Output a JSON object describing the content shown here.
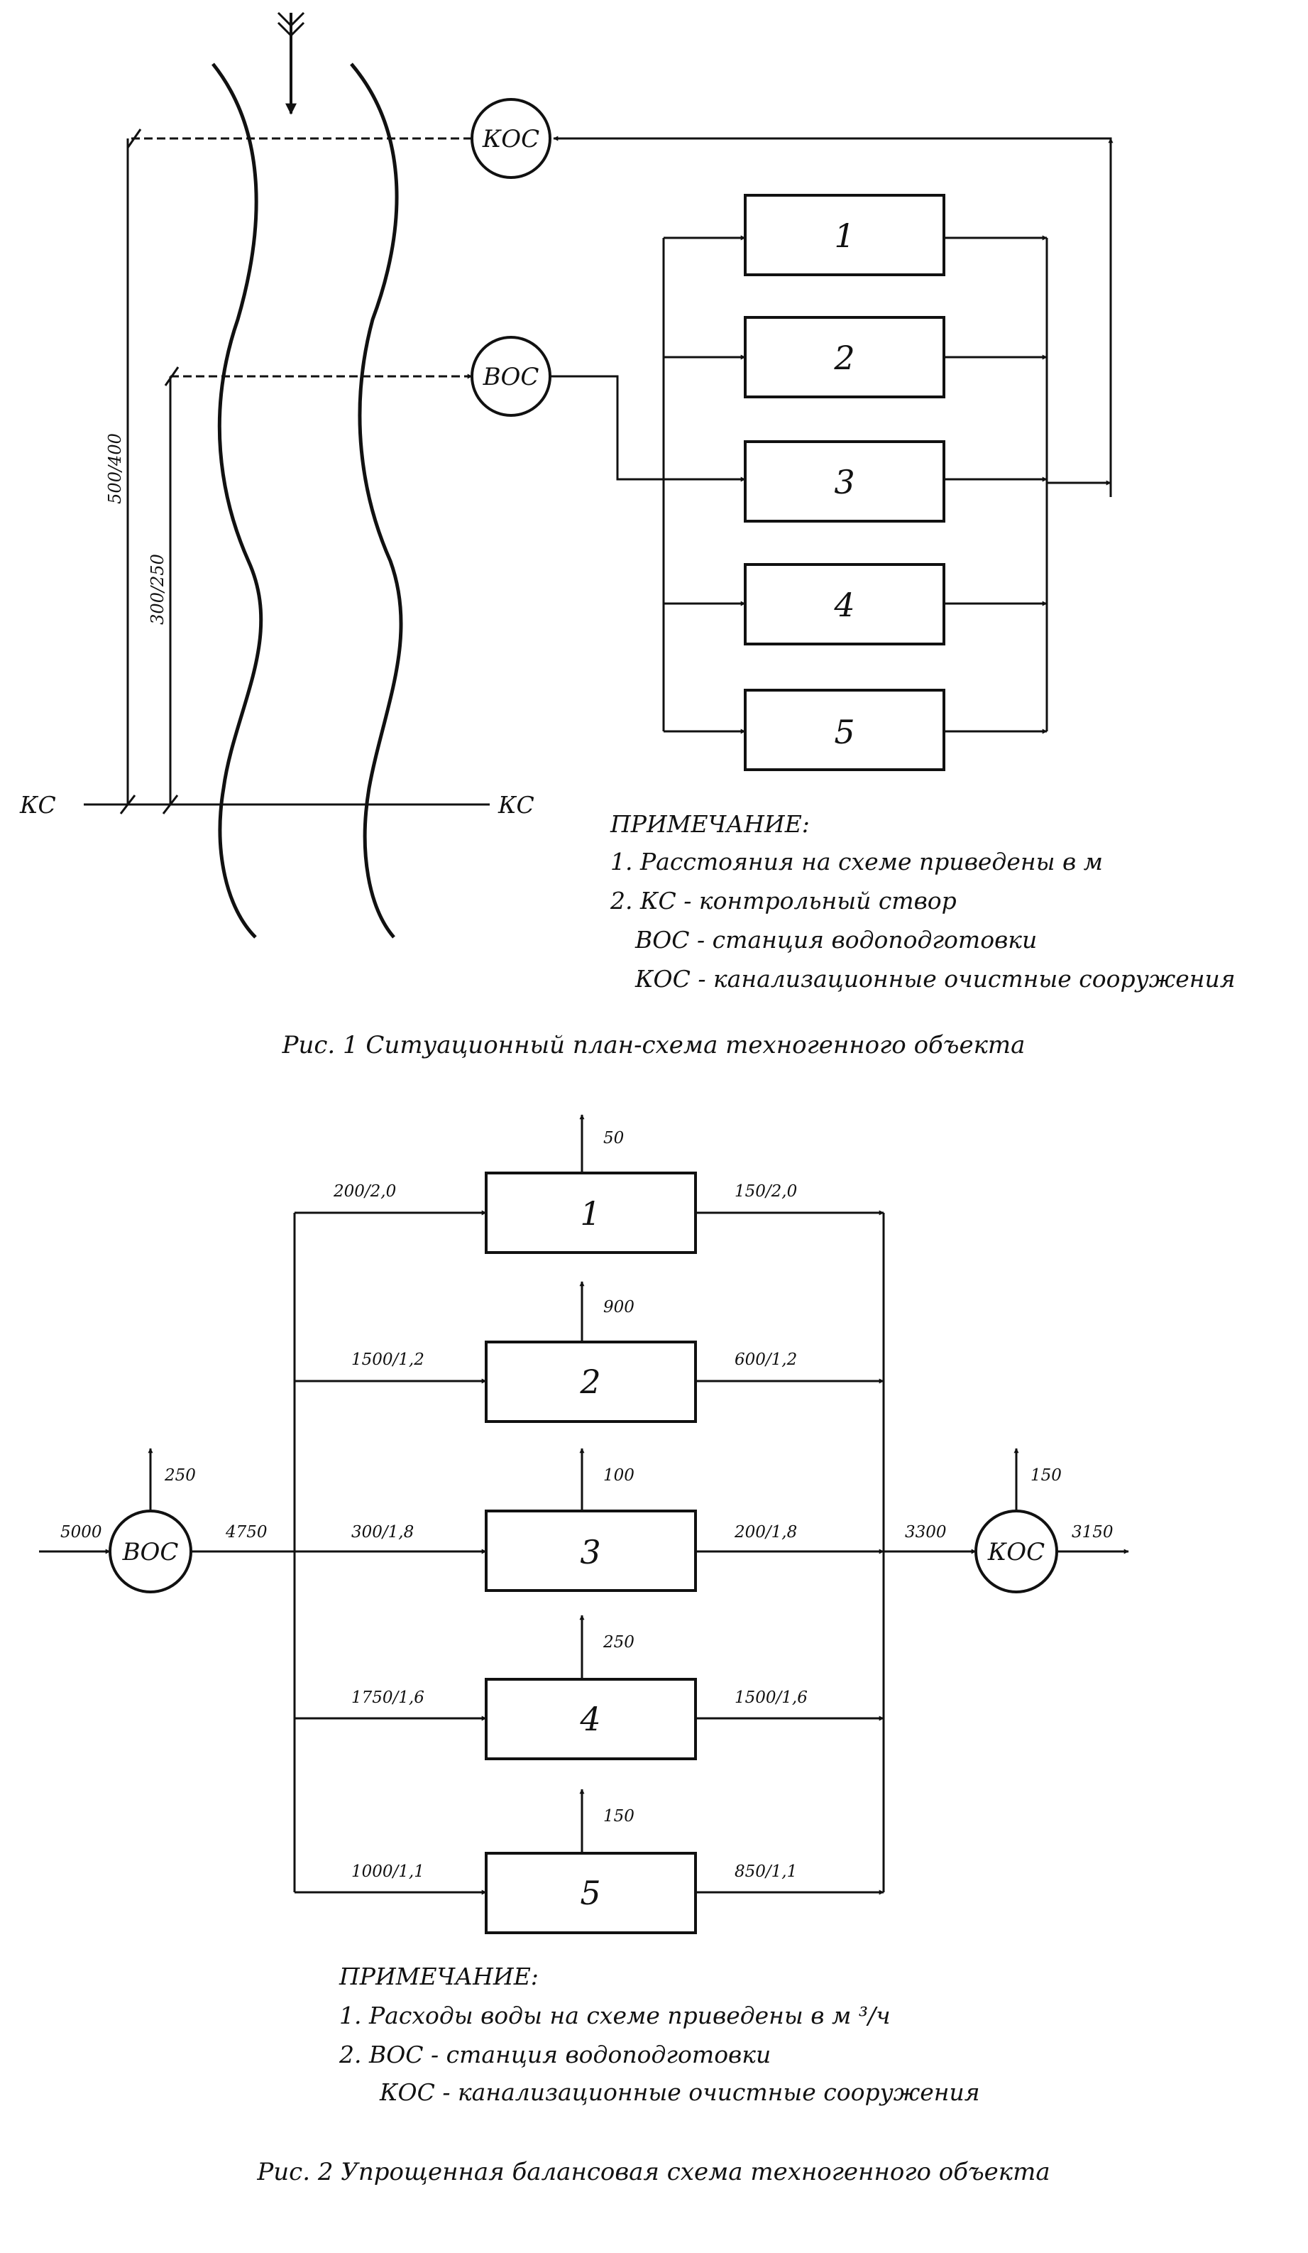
{
  "fig1": {
    "caption": "Рис. 1 Ситуационный план-схема техногенного объекта",
    "nodes": {
      "kos": "КОС",
      "vos": "ВОС"
    },
    "boxes": [
      "1",
      "2",
      "3",
      "4",
      "5"
    ],
    "dims": {
      "d1": "500/400",
      "d2": "300/250"
    },
    "ks_left": "КС",
    "ks_right": "КС",
    "note_title": "ПРИМЕЧАНИЕ:",
    "notes": [
      "1. Расстояния на схеме приведены в м",
      "2. КС - контрольный створ",
      "ВОС - станция водоподготовки",
      "КОС - канализационные очистные сооружения"
    ]
  },
  "fig2": {
    "caption": "Рис. 2 Упрощенная балансовая схема техногенного объекта",
    "nodes": {
      "vos": "ВОС",
      "kos": "КОС"
    },
    "boxes": [
      "1",
      "2",
      "3",
      "4",
      "5"
    ],
    "inflow": "5000",
    "vos_loss": "250",
    "vos_out": "4750",
    "kos_in": "3300",
    "kos_loss": "150",
    "kos_out": "3150",
    "units": [
      {
        "in": "200/2,0",
        "loss": "50",
        "out": "150/2,0"
      },
      {
        "in": "1500/1,2",
        "loss": "900",
        "out": "600/1,2"
      },
      {
        "in": "300/1,8",
        "loss": "100",
        "out": "200/1,8"
      },
      {
        "in": "1750/1,6",
        "loss": "250",
        "out": "1500/1,6"
      },
      {
        "in": "1000/1,1",
        "loss": "150",
        "out": "850/1,1"
      }
    ],
    "note_title": "ПРИМЕЧАНИЕ:",
    "notes": [
      "1. Расходы воды на схеме приведены в м ³/ч",
      "2. ВОС - станция водоподготовки",
      "КОС - канализационные очистные сооружения"
    ]
  }
}
